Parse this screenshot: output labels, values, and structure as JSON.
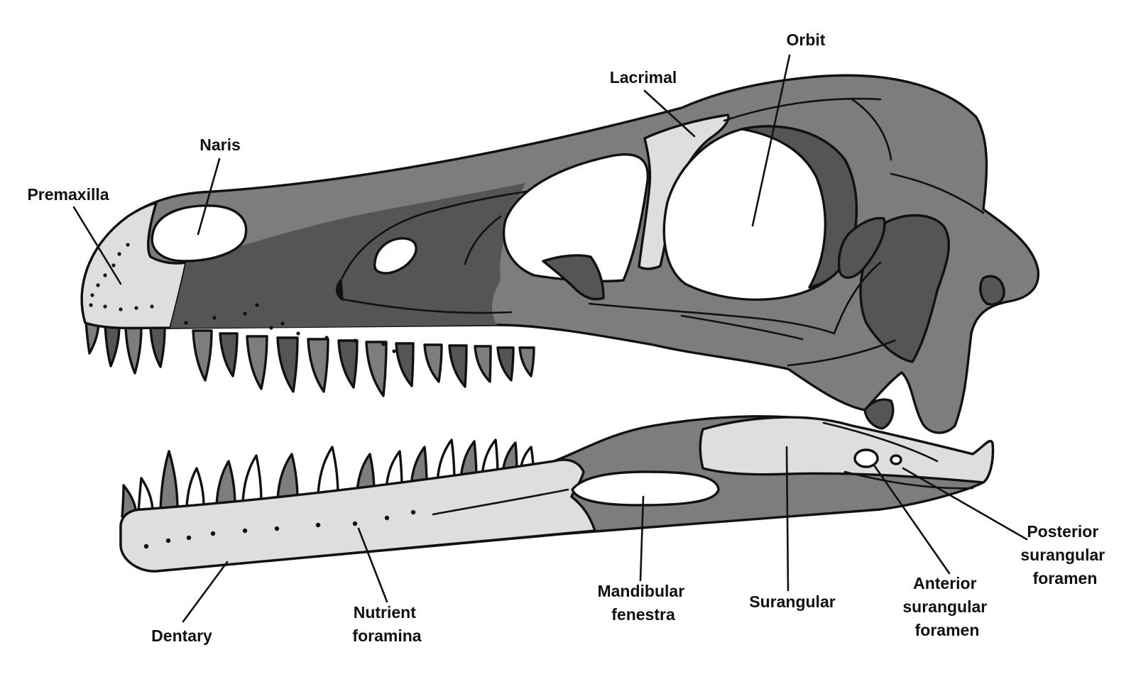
{
  "labels": {
    "orbit": "Orbit",
    "lacrimal": "Lacrimal",
    "naris": "Naris",
    "premaxilla": "Premaxilla",
    "dentary": "Dentary",
    "nutrient_foramina": [
      "Nutrient",
      "foramina"
    ],
    "mandibular_fenestra": [
      "Mandibular",
      "fenestra"
    ],
    "surangular": "Surangular",
    "anterior_surangular_foramen": [
      "Anterior",
      "surangular",
      "foramen"
    ],
    "posterior_surangular_foramen": [
      "Posterior",
      "surangular",
      "foramen"
    ]
  },
  "colors": {
    "background": "#ffffff",
    "bone_dark": "#555555",
    "bone_mid": "#7d7d7d",
    "bone_light": "#dedede",
    "opening": "#ffffff",
    "outline": "#111111"
  }
}
